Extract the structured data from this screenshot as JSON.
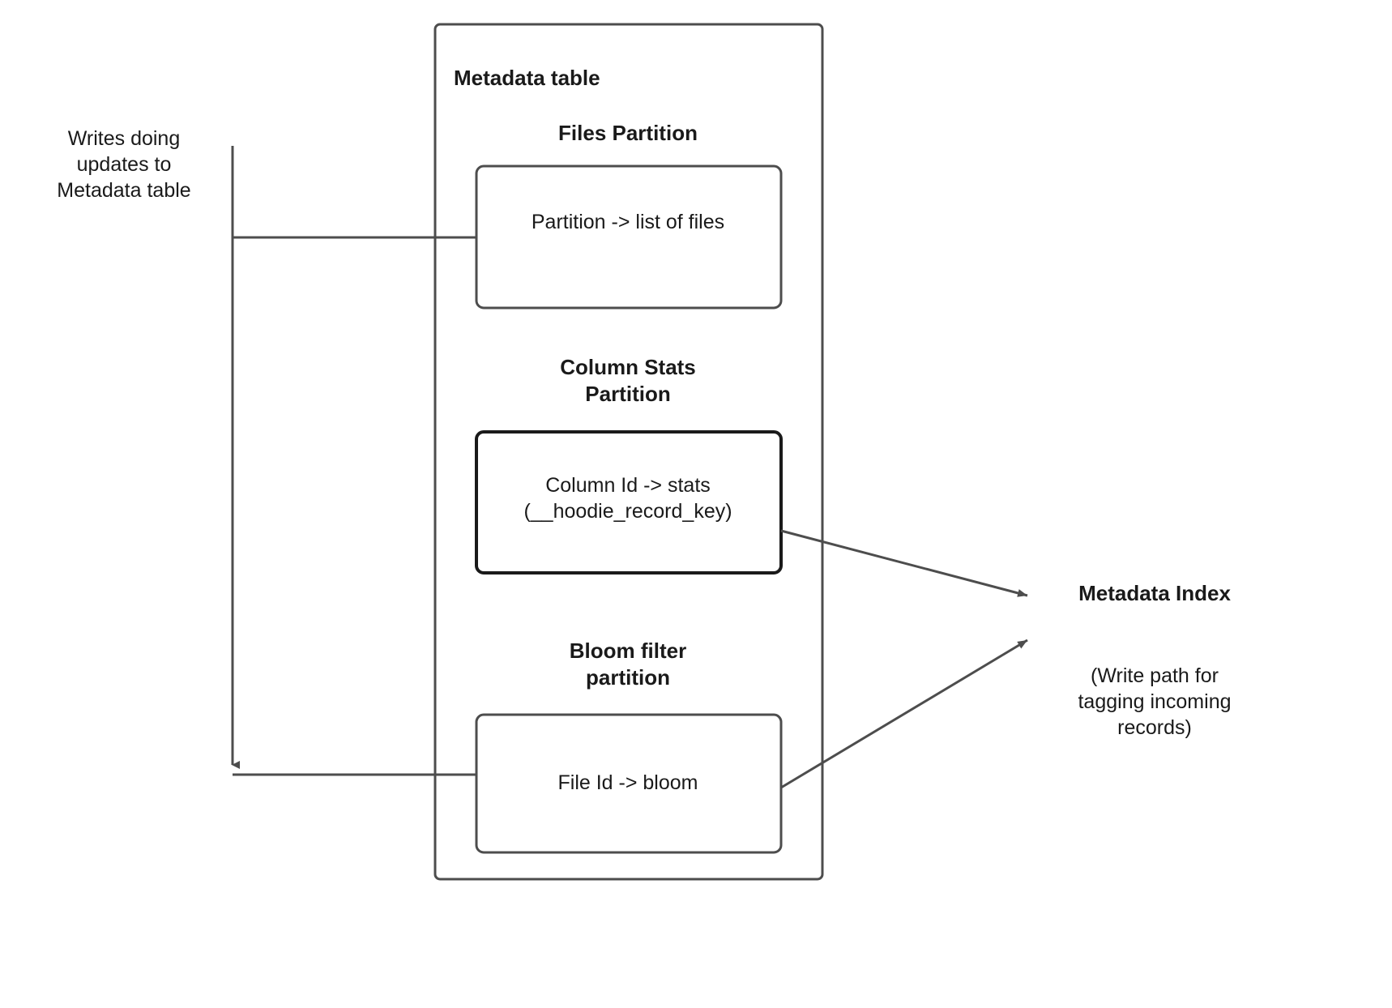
{
  "diagram": {
    "title_left_note": "Writes doing\nupdates to\nMetadata table",
    "metadata_table": {
      "label": "Metadata table",
      "partitions": [
        {
          "name": "files-partition",
          "heading": "Files Partition",
          "box_text": "Partition -> list of files"
        },
        {
          "name": "column-stats-partition",
          "heading": "Column Stats\nPartition",
          "box_text": "Column Id  -> stats\n(__hoodie_record_key)"
        },
        {
          "name": "bloom-filter-partition",
          "heading": "Bloom filter\npartition",
          "box_text": "File Id -> bloom"
        }
      ]
    },
    "metadata_index": {
      "label": "Metadata Index",
      "sub_label": "(Write path for\ntagging incoming\nrecords)"
    },
    "colors": {
      "stroke": "#4d4d4d",
      "stroke_dark": "#1a1a1a",
      "text": "#1a1a1a",
      "background": "#ffffff"
    }
  }
}
